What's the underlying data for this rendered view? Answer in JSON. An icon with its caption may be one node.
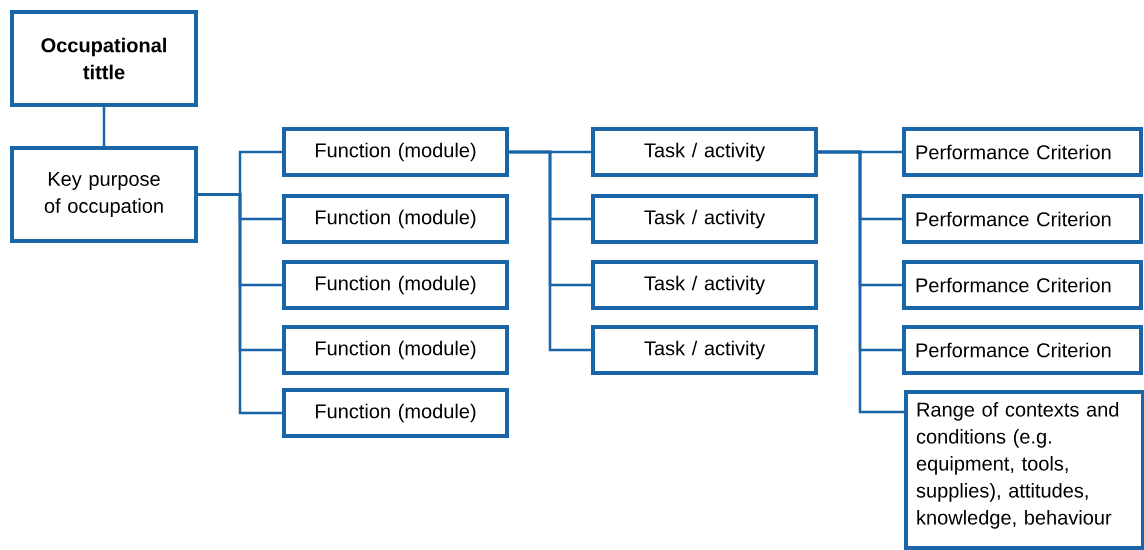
{
  "diagram": {
    "nodes": [
      {
        "text": [
          "Occupational tittle"
        ]
      },
      {
        "text": [
          "Key purpose of occupation"
        ]
      },
      {
        "text": [
          "Function (module)"
        ]
      },
      {
        "text": [
          "Function (module)"
        ]
      },
      {
        "text": [
          "Function (module)"
        ]
      },
      {
        "text": [
          "Function (module)"
        ]
      },
      {
        "text": [
          "Function (module)"
        ]
      },
      {
        "text": [
          "Task / activity"
        ]
      },
      {
        "text": [
          "Task / activity"
        ]
      },
      {
        "text": [
          "Task / activity"
        ]
      },
      {
        "text": [
          "Task / activity"
        ]
      },
      {
        "text": [
          "Performance Criterion"
        ]
      },
      {
        "text": [
          "Performance Criterion"
        ]
      },
      {
        "text": [
          "Performance Criterion"
        ]
      },
      {
        "text": [
          "Performance Criterion"
        ]
      },
      {
        "text": [
          "Range of contexts and conditions (e.g. equipment, tools, supplies), attitudes, knowledge, behaviour"
        ]
      }
    ],
    "edges": [
      {
        "from": 0,
        "to": 1,
        "arrow": "none"
      },
      {
        "from": 1,
        "to": 2,
        "arrow": "none"
      },
      {
        "from": 1,
        "to": 3,
        "arrow": "none"
      },
      {
        "from": 1,
        "to": 4,
        "arrow": "none"
      },
      {
        "from": 1,
        "to": 5,
        "arrow": "none"
      },
      {
        "from": 1,
        "to": 6,
        "arrow": "none"
      },
      {
        "from": 2,
        "to": 7,
        "arrow": "none"
      },
      {
        "from": 2,
        "to": 8,
        "arrow": "none"
      },
      {
        "from": 2,
        "to": 9,
        "arrow": "none"
      },
      {
        "from": 2,
        "to": 10,
        "arrow": "none"
      },
      {
        "from": 7,
        "to": 11,
        "arrow": "none"
      },
      {
        "from": 7,
        "to": 12,
        "arrow": "none"
      },
      {
        "from": 7,
        "to": 13,
        "arrow": "none"
      },
      {
        "from": 7,
        "to": 14,
        "arrow": "none"
      },
      {
        "from": 7,
        "to": 15,
        "arrow": "none"
      }
    ]
  }
}
